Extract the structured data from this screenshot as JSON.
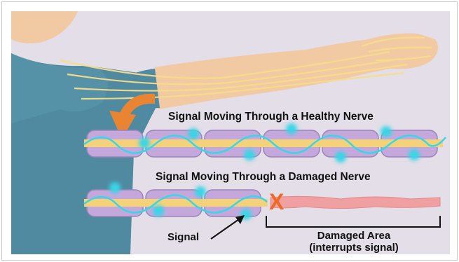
{
  "labels": {
    "healthy_title": "Signal Moving Through a Healthy Nerve",
    "damaged_title": "Signal Moving Through a Damaged Nerve",
    "damage_marker": "X",
    "signal": "Signal",
    "damaged_area_line1": "Damaged Area",
    "damaged_area_line2": "(interrupts signal)"
  },
  "colors": {
    "background": "#e3dee7",
    "skin": "#f1c9a3",
    "shirt": "#4f8aa0",
    "myelin": "#c4a8dc",
    "axon": "#f4d27a",
    "signal": "#39d6e6",
    "damaged_nerve": "#f0a0a0",
    "arrow": "#e98532",
    "x_marker": "#ec6a26"
  },
  "icons": [
    "curved-arrow-icon",
    "pointer-arrow-icon",
    "bracket-icon"
  ]
}
